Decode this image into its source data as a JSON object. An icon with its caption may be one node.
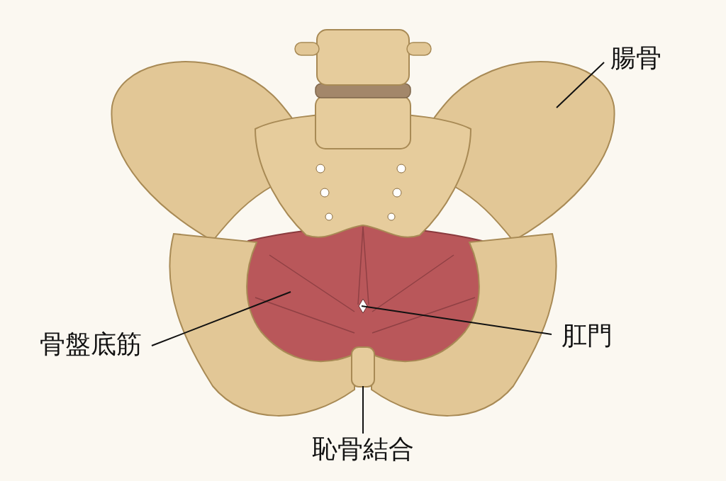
{
  "diagram": {
    "nodes": [
      {
        "text": [
          "腸骨"
        ]
      },
      {
        "text": [
          "骨盤底筋"
        ]
      },
      {
        "text": [
          "肛門"
        ]
      },
      {
        "text": [
          "恥骨結合"
        ]
      }
    ],
    "edges": [
      {
        "from": 0,
        "to": null,
        "arrow": "none"
      },
      {
        "from": 1,
        "to": null,
        "arrow": "none"
      },
      {
        "from": 2,
        "to": null,
        "arrow": "none"
      },
      {
        "from": 3,
        "to": null,
        "arrow": "none"
      }
    ]
  }
}
